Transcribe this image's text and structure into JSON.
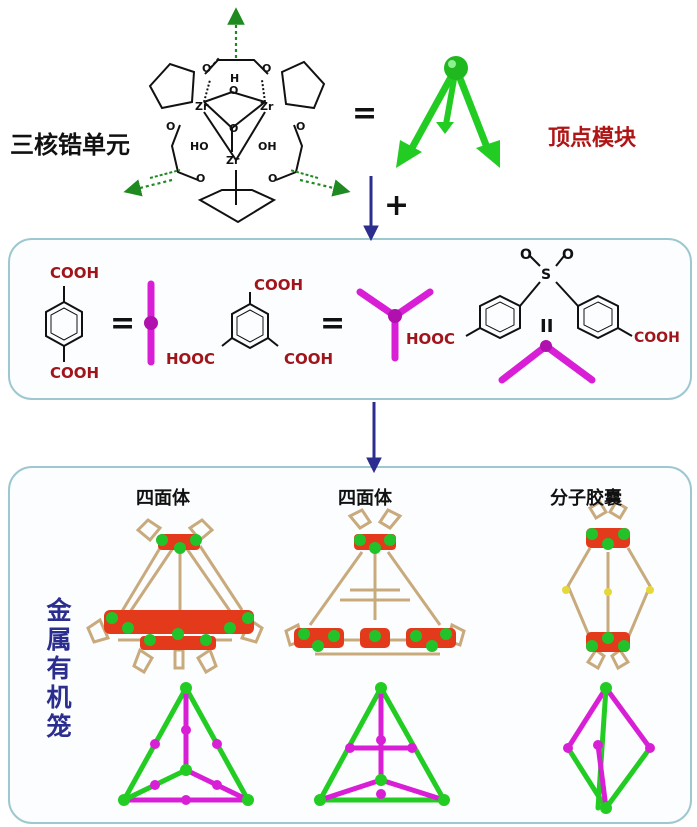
{
  "top": {
    "label_left": "三核锆单元",
    "label_right": "顶点模块",
    "equals": "=",
    "plus": "+",
    "atoms": {
      "zr": "Zr",
      "h": "H",
      "o": "O",
      "ho": "HO",
      "oh": "OH"
    }
  },
  "ligands": {
    "cooh": "COOH",
    "hooc": "HOOC",
    "equals": "=",
    "sulfur": "S",
    "oxygen": "O",
    "equals_vertical": "II"
  },
  "cages": {
    "side_label": [
      "金",
      "属",
      "有",
      "机",
      "笼"
    ],
    "titles": [
      "四面体",
      "四面体",
      "分子胶囊"
    ]
  },
  "colors": {
    "green": "#22cc22",
    "magenta": "#d81fd6",
    "dark_red": "#a0151b",
    "navy": "#2b2d8f",
    "panel_border": "#9dc8cf"
  }
}
